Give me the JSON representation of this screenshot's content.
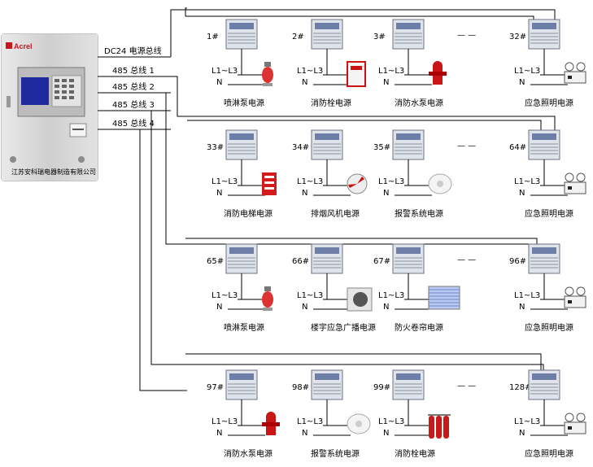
{
  "panel": {
    "brand": "Acrel",
    "footer": "江苏安科瑞电器制造有限公司"
  },
  "buses": [
    {
      "label": "DC24 电源总线"
    },
    {
      "label": "485 总线 1"
    },
    {
      "label": "485 总线 2"
    },
    {
      "label": "485 总线 3"
    },
    {
      "label": "485 总线 4"
    }
  ],
  "phase_label": "L1~L3",
  "neutral_label": "N",
  "ellipsis": "— —",
  "rows": [
    {
      "units": [
        {
          "num": "1#",
          "name": "喷淋泵电源",
          "icon": "sprinkler-icon"
        },
        {
          "num": "2#",
          "name": "消防栓电源",
          "icon": "hydrant-box-icon"
        },
        {
          "num": "3#",
          "name": "消防水泵电源",
          "icon": "fire-hydrant-icon"
        },
        {
          "num": "32#",
          "name": "应急照明电源",
          "icon": "emergency-light-icon"
        }
      ]
    },
    {
      "units": [
        {
          "num": "33#",
          "name": "消防电梯电源",
          "icon": "fire-elevator-icon"
        },
        {
          "num": "34#",
          "name": "排烟风机电源",
          "icon": "smoke-fan-icon"
        },
        {
          "num": "35#",
          "name": "报警系统电源",
          "icon": "smoke-detector-icon"
        },
        {
          "num": "64#",
          "name": "应急照明电源",
          "icon": "emergency-light-icon"
        }
      ]
    },
    {
      "units": [
        {
          "num": "65#",
          "name": "喷淋泵电源",
          "icon": "sprinkler-icon"
        },
        {
          "num": "66#",
          "name": "楼宇应急广播电源",
          "icon": "broadcast-speaker-icon"
        },
        {
          "num": "67#",
          "name": "防火卷帘电源",
          "icon": "fire-shutter-icon"
        },
        {
          "num": "96#",
          "name": "应急照明电源",
          "icon": "emergency-light-icon"
        }
      ]
    },
    {
      "units": [
        {
          "num": "97#",
          "name": "消防水泵电源",
          "icon": "fire-hydrant-icon"
        },
        {
          "num": "98#",
          "name": "报警系统电源",
          "icon": "smoke-detector-icon"
        },
        {
          "num": "99#",
          "name": "消防栓电源",
          "icon": "gas-cylinder-icon"
        },
        {
          "num": "128#",
          "name": "应急照明电源",
          "icon": "emergency-light-icon"
        }
      ]
    }
  ]
}
